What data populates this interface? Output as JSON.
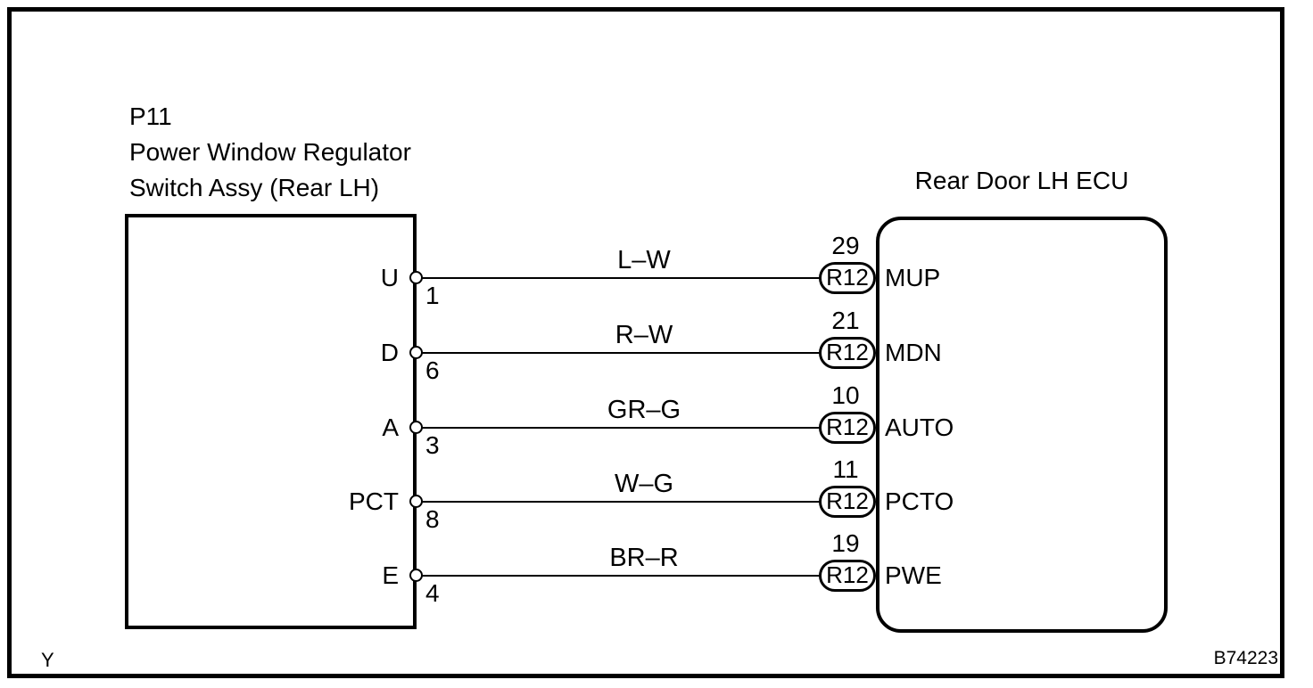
{
  "palette": {
    "line": "#000000",
    "background": "#ffffff"
  },
  "switch_assy": {
    "code": "P11",
    "name_line1": "Power Window Regulator",
    "name_line2": "Switch Assy (Rear LH)"
  },
  "ecu": {
    "title": "Rear Door LH ECU"
  },
  "rows": [
    {
      "terminal": "U",
      "terminal_pin": "1",
      "wire_color": "L–W",
      "ecu_pin": "29",
      "ecu_connector": "R12",
      "ecu_signal": "MUP"
    },
    {
      "terminal": "D",
      "terminal_pin": "6",
      "wire_color": "R–W",
      "ecu_pin": "21",
      "ecu_connector": "R12",
      "ecu_signal": "MDN"
    },
    {
      "terminal": "A",
      "terminal_pin": "3",
      "wire_color": "GR–G",
      "ecu_pin": "10",
      "ecu_connector": "R12",
      "ecu_signal": "AUTO"
    },
    {
      "terminal": "PCT",
      "terminal_pin": "8",
      "wire_color": "W–G",
      "ecu_pin": "11",
      "ecu_connector": "R12",
      "ecu_signal": "PCTO"
    },
    {
      "terminal": "E",
      "terminal_pin": "4",
      "wire_color": "BR–R",
      "ecu_pin": "19",
      "ecu_connector": "R12",
      "ecu_signal": "PWE"
    }
  ],
  "footer": {
    "page_code": "Y",
    "figure_number": "B74223"
  }
}
